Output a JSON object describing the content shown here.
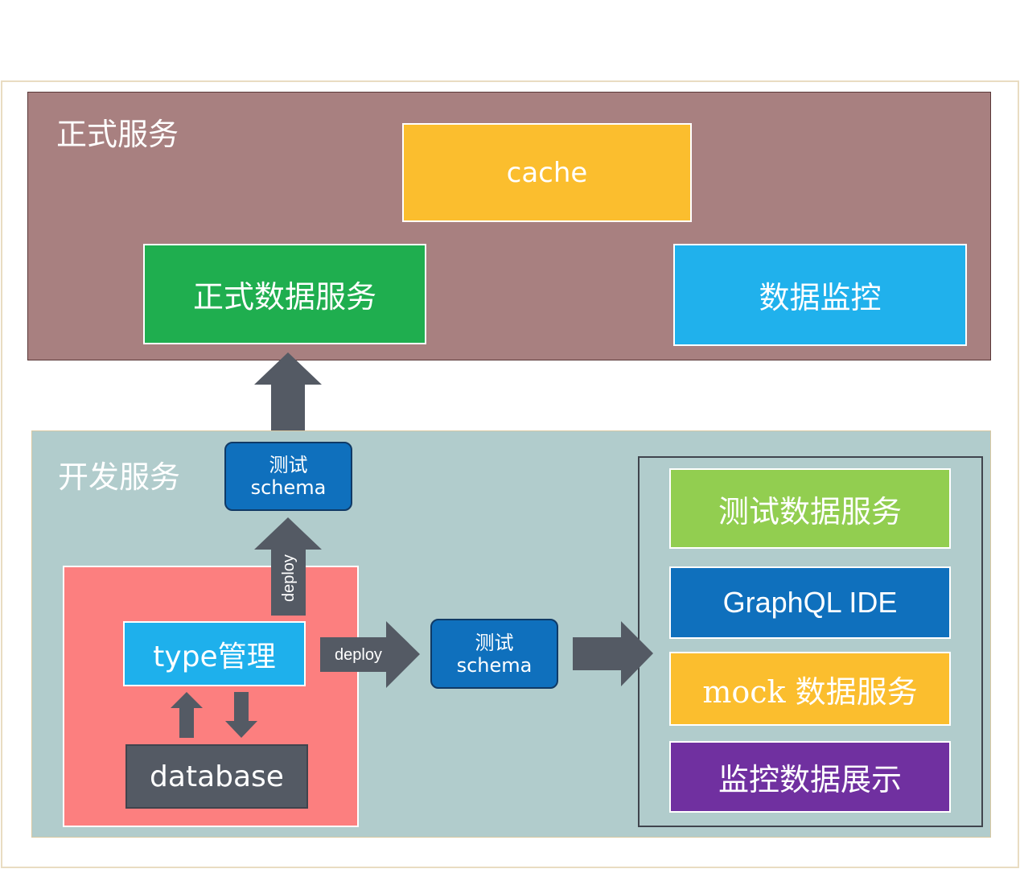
{
  "production": {
    "title": "正式服务",
    "cache": "cache",
    "data_service": "正式数据服务",
    "monitor": "数据监控"
  },
  "development": {
    "title": "开发服务",
    "schema_top": {
      "line1": "测试",
      "line2": "schema"
    },
    "schema_mid": {
      "line1": "测试",
      "line2": "schema"
    },
    "type_manage": "type管理",
    "database": "database",
    "deploy_vertical": "deploy",
    "deploy_horizontal": "deploy",
    "services": [
      "测试数据服务",
      "GraphQL IDE",
      "mock 数据服务",
      "监控数据展示"
    ]
  },
  "colors": {
    "production_panel": "#a88080",
    "development_panel": "#b1cccc",
    "cache": "#fbbe2e",
    "prod_data": "#1fae4f",
    "monitor": "#20b1ec",
    "schema": "#0f70bd",
    "local_env": "#fc7f7f",
    "type_box": "#1eb0ec",
    "database": "#545a64",
    "test_data": "#92ce50",
    "graphql_ide": "#0f70bd",
    "mock": "#fbbe2e",
    "monitor_display": "#7030a0",
    "arrow": "#545a64"
  }
}
